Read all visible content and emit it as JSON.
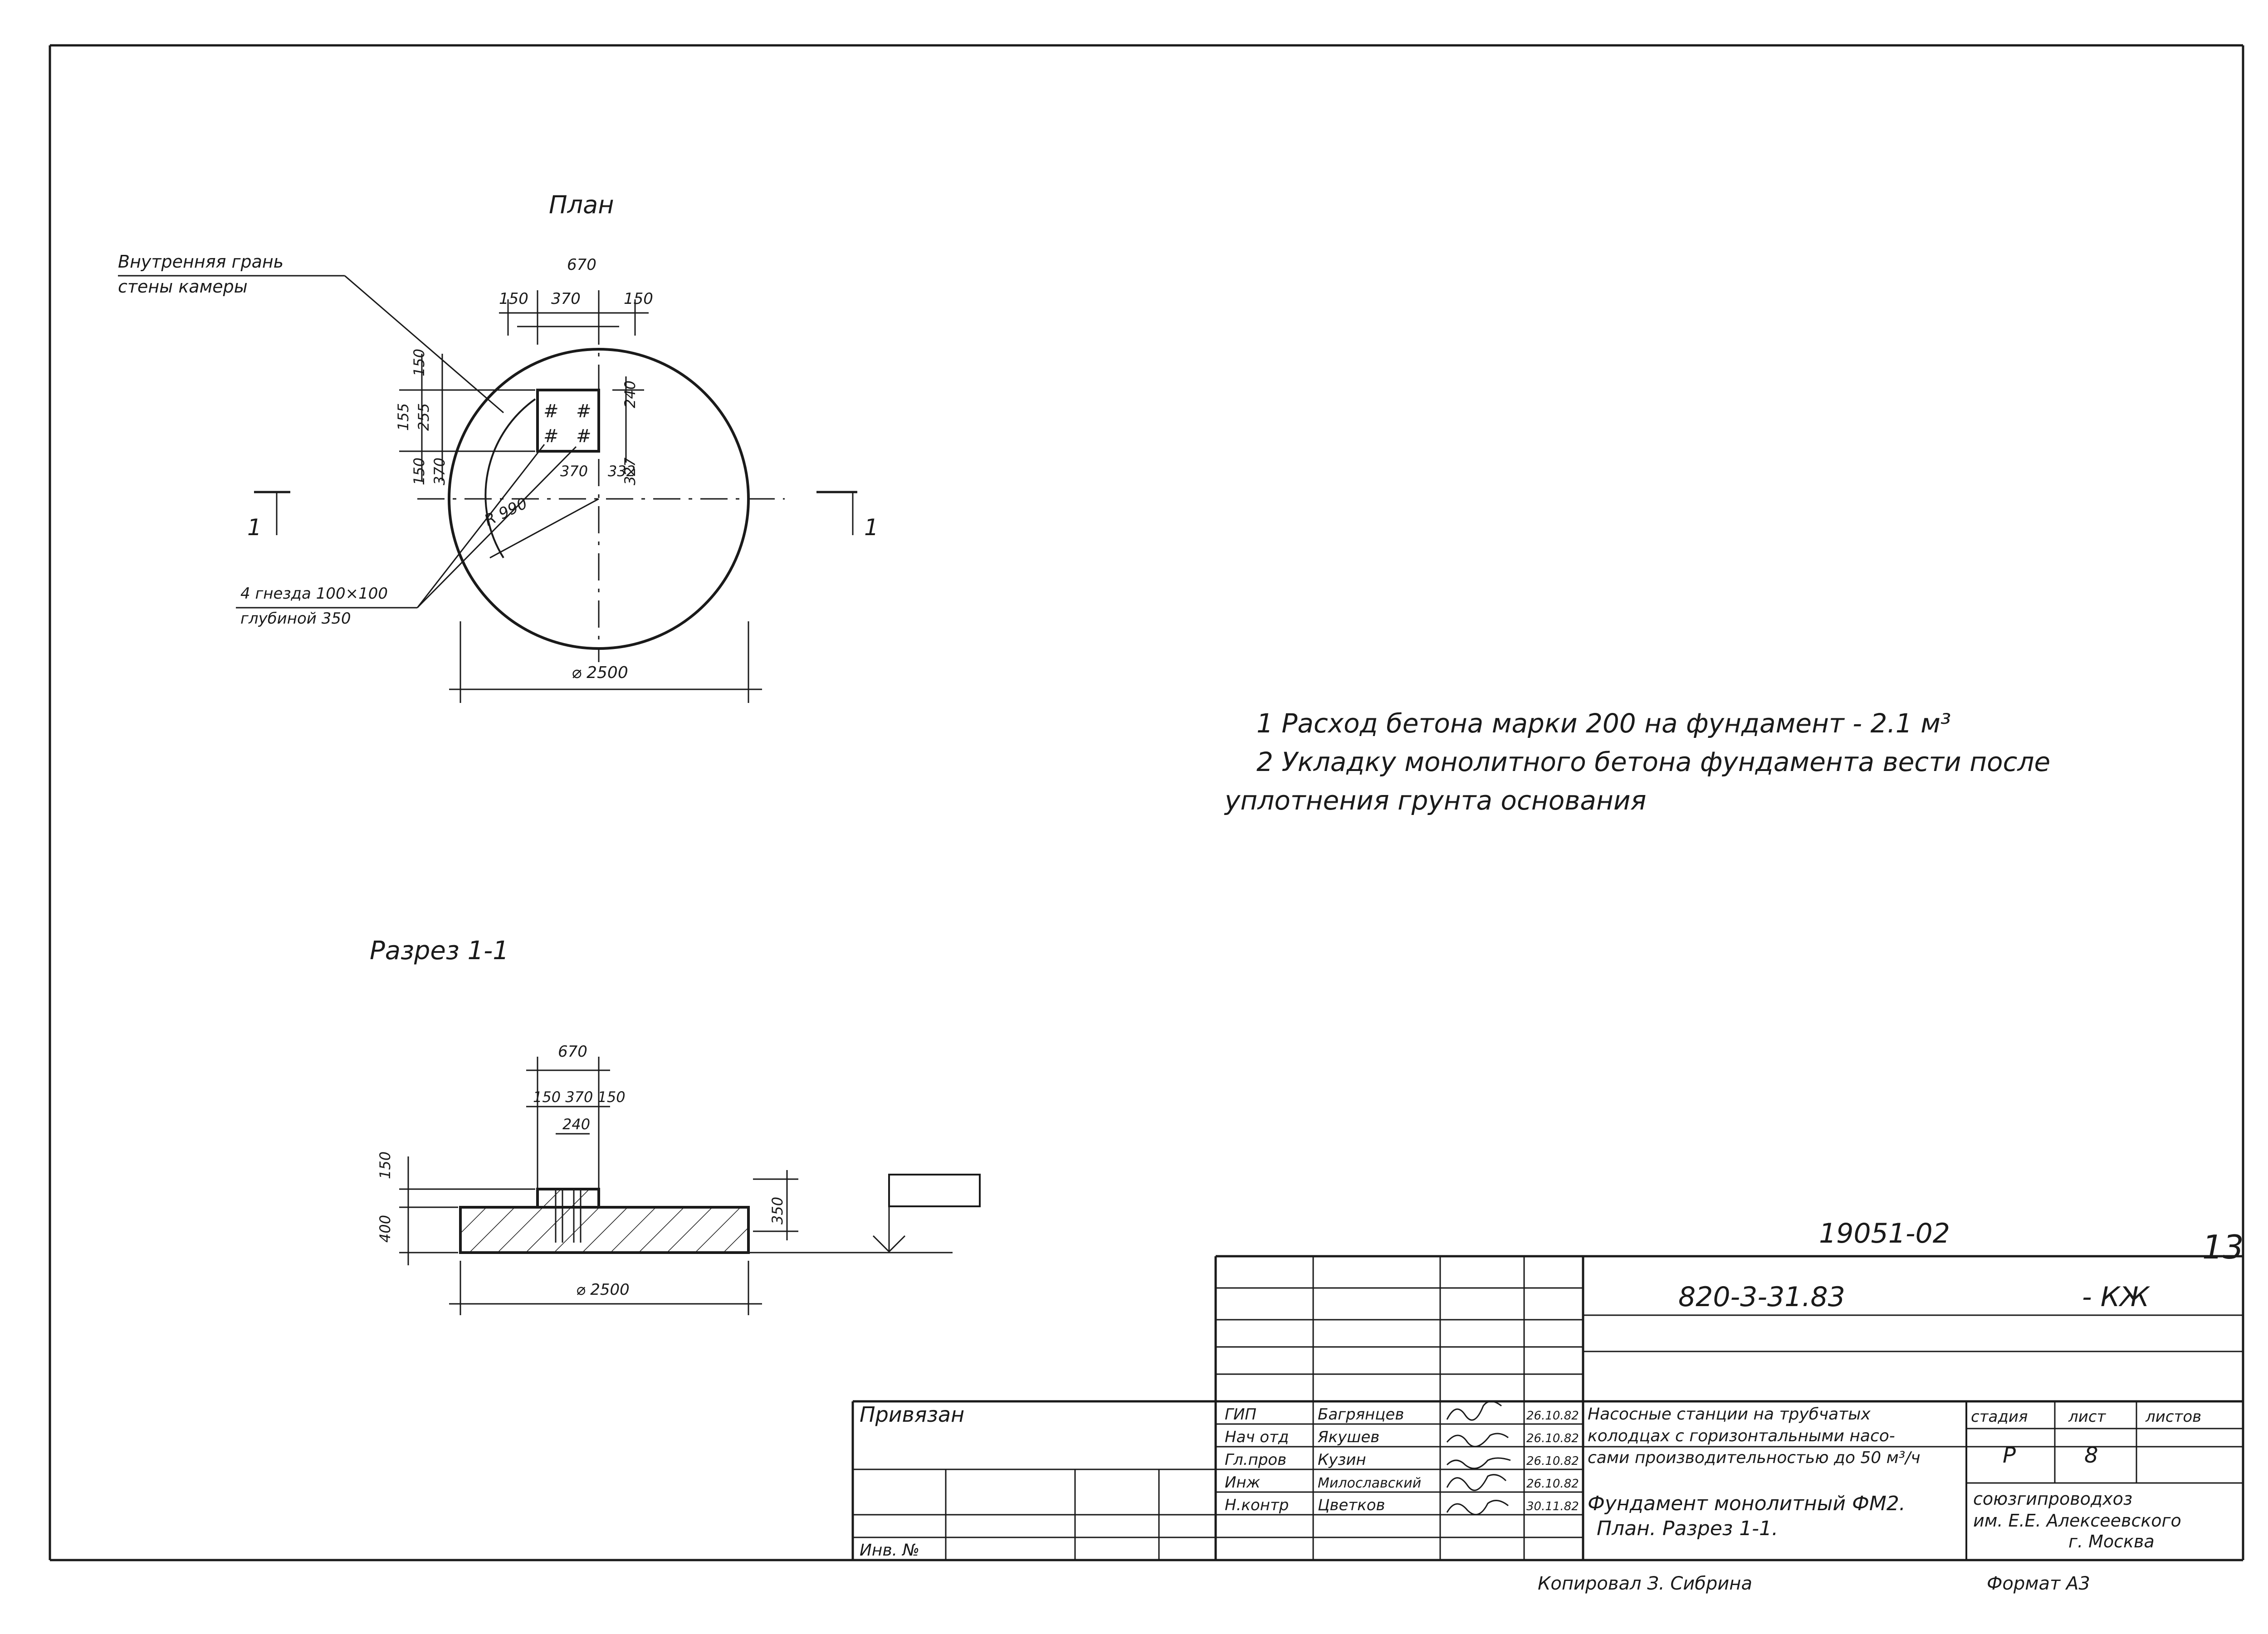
{
  "plan": {
    "title": "План",
    "leader_label_line1": "Внутренняя грань",
    "leader_label_line2": "стены камеры",
    "nest_label_line1": "4 гнезда 100×100",
    "nest_label_line2": "глубиной 350",
    "dims": {
      "top_total": "670",
      "top_left": "150",
      "top_mid": "370",
      "top_right": "150",
      "left_155": "155",
      "left_255": "255",
      "left_150a": "150",
      "left_150b": "150",
      "left_370": "370",
      "right_240": "240",
      "right_327": "327",
      "inner_370": "370",
      "inner_332": "332",
      "radius": "R 990",
      "diameter": "⌀ 2500"
    },
    "section_mark_left": "1",
    "section_mark_right": "1"
  },
  "notes": {
    "line1": "1  Расход бетона марки 200 на фундамент - 2.1 м³",
    "line2": "2  Укладку монолитного бетона фундамента вести после",
    "line3": "уплотнения грунта основания"
  },
  "section": {
    "title": "Разрез 1-1",
    "dims": {
      "top_total": "670",
      "top_parts": "150 370 150",
      "top_inner": "240",
      "left_150": "150",
      "left_400": "400",
      "right_350": "350",
      "diameter": "⌀ 2500"
    }
  },
  "title_block": {
    "archive_number": "19051-02",
    "page_number": "13",
    "doc_code": "820-3-31.83",
    "doc_suffix": "- КЖ",
    "privyazan": "Привязан",
    "inv_no": "Инв. №",
    "roles": [
      {
        "role": "ГИП",
        "name": "Багрянцев",
        "date": "26.10.82"
      },
      {
        "role": "Нач отд",
        "name": "Якушев",
        "date": "26.10.82"
      },
      {
        "role": "Гл.пров",
        "name": "Кузин",
        "date": "26.10.82"
      },
      {
        "role": "Инж",
        "name": "Милославский",
        "date": "26.10.82"
      },
      {
        "role": "Н.контр",
        "name": "Цветков",
        "date": "30.11.82"
      }
    ],
    "project_title_1": "Насосные станции на трубчатых",
    "project_title_2": "колодцах с горизонтальными насо-",
    "project_title_3": "сами производительностью до 50 м³/ч",
    "sheet_title_1": "Фундамент монолитный ФМ2.",
    "sheet_title_2": "План. Разрез 1-1.",
    "col_stage": "стадия",
    "col_sheet": "лист",
    "col_sheets": "листов",
    "stage_value": "Р",
    "sheet_value": "8",
    "org_1": "союзгипроводхоз",
    "org_2": "им. Е.Е. Алексеевского",
    "org_3": "г. Москва",
    "copied_by": "Копировал   З. Сибрина",
    "format": "Формат А3"
  }
}
